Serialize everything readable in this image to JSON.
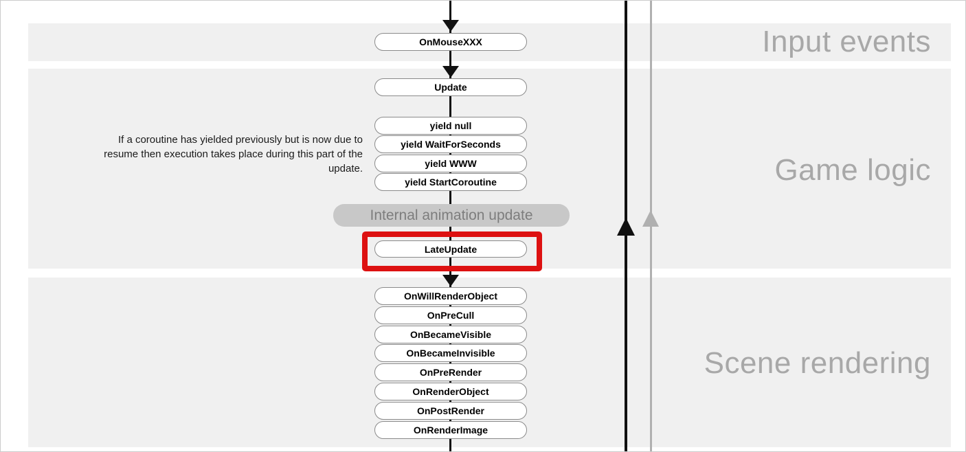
{
  "sections": [
    {
      "label": "Input events"
    },
    {
      "label": "Game logic"
    },
    {
      "label": "Scene rendering"
    }
  ],
  "nodes": [
    "OnMouseXXX",
    "Update",
    "yield null",
    "yield WaitForSeconds",
    "yield WWW",
    "yield StartCoroutine",
    "LateUpdate",
    "OnWillRenderObject",
    "OnPreCull",
    "OnBecameVisible",
    "OnBecameInvisible",
    "OnPreRender",
    "OnRenderObject",
    "OnPostRender",
    "OnRenderImage"
  ],
  "internal_update": {
    "label": "Internal animation update"
  },
  "note": {
    "text": "If a coroutine has yielded previously but is now due to\nresume then execution takes place during this part of the\nupdate."
  },
  "colors": {
    "band": "#f0f0f0",
    "section_label": "#a8a8a8",
    "node_border": "#8a8a8a",
    "node_text": "#000000",
    "internal_fill": "#c8c8c8",
    "internal_text": "#7d7d7d",
    "highlight_red": "#dd1111",
    "flow_line": "#111111",
    "loop_line_gray": "#b0b0b0"
  }
}
